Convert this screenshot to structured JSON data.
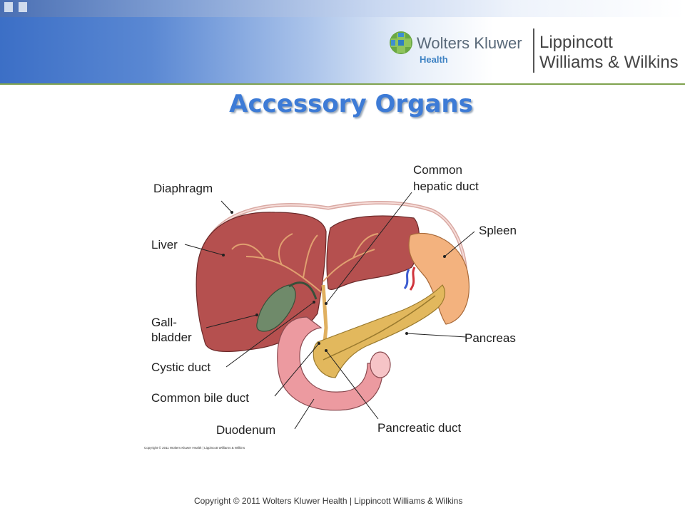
{
  "header": {
    "brand_primary": "Wolters Kluwer",
    "brand_sub": "Health",
    "brand_secondary_line1": "Lippincott",
    "brand_secondary_line2": "Williams & Wilkins",
    "accent_color": "#3d7bd6",
    "rule_color": "#7fa24e"
  },
  "slide": {
    "title": "Accessory Organs"
  },
  "diagram": {
    "labels": {
      "diaphragm": "Diaphragm",
      "liver": "Liver",
      "gallbladder_line1": "Gall-",
      "gallbladder_line2": "bladder",
      "cystic_duct": "Cystic duct",
      "common_bile_duct": "Common bile duct",
      "duodenum": "Duodenum",
      "common_hepatic_duct_line1": "Common",
      "common_hepatic_duct_line2": "hepatic duct",
      "spleen": "Spleen",
      "pancreas": "Pancreas",
      "pancreatic_duct": "Pancreatic duct"
    },
    "figure_copyright": "Copyright © 2011 Wolters Kluwer Health | Lippincott Williams & Wilkins",
    "colors": {
      "liver": "#b5504f",
      "gallbladder": "#6f8a6a",
      "spleen": "#f3b27e",
      "pancreas": "#e2b85d",
      "duodenum": "#ec9aa0"
    }
  },
  "footer": {
    "copyright": "Copyright © 2011 Wolters Kluwer Health | Lippincott Williams & Wilkins"
  }
}
